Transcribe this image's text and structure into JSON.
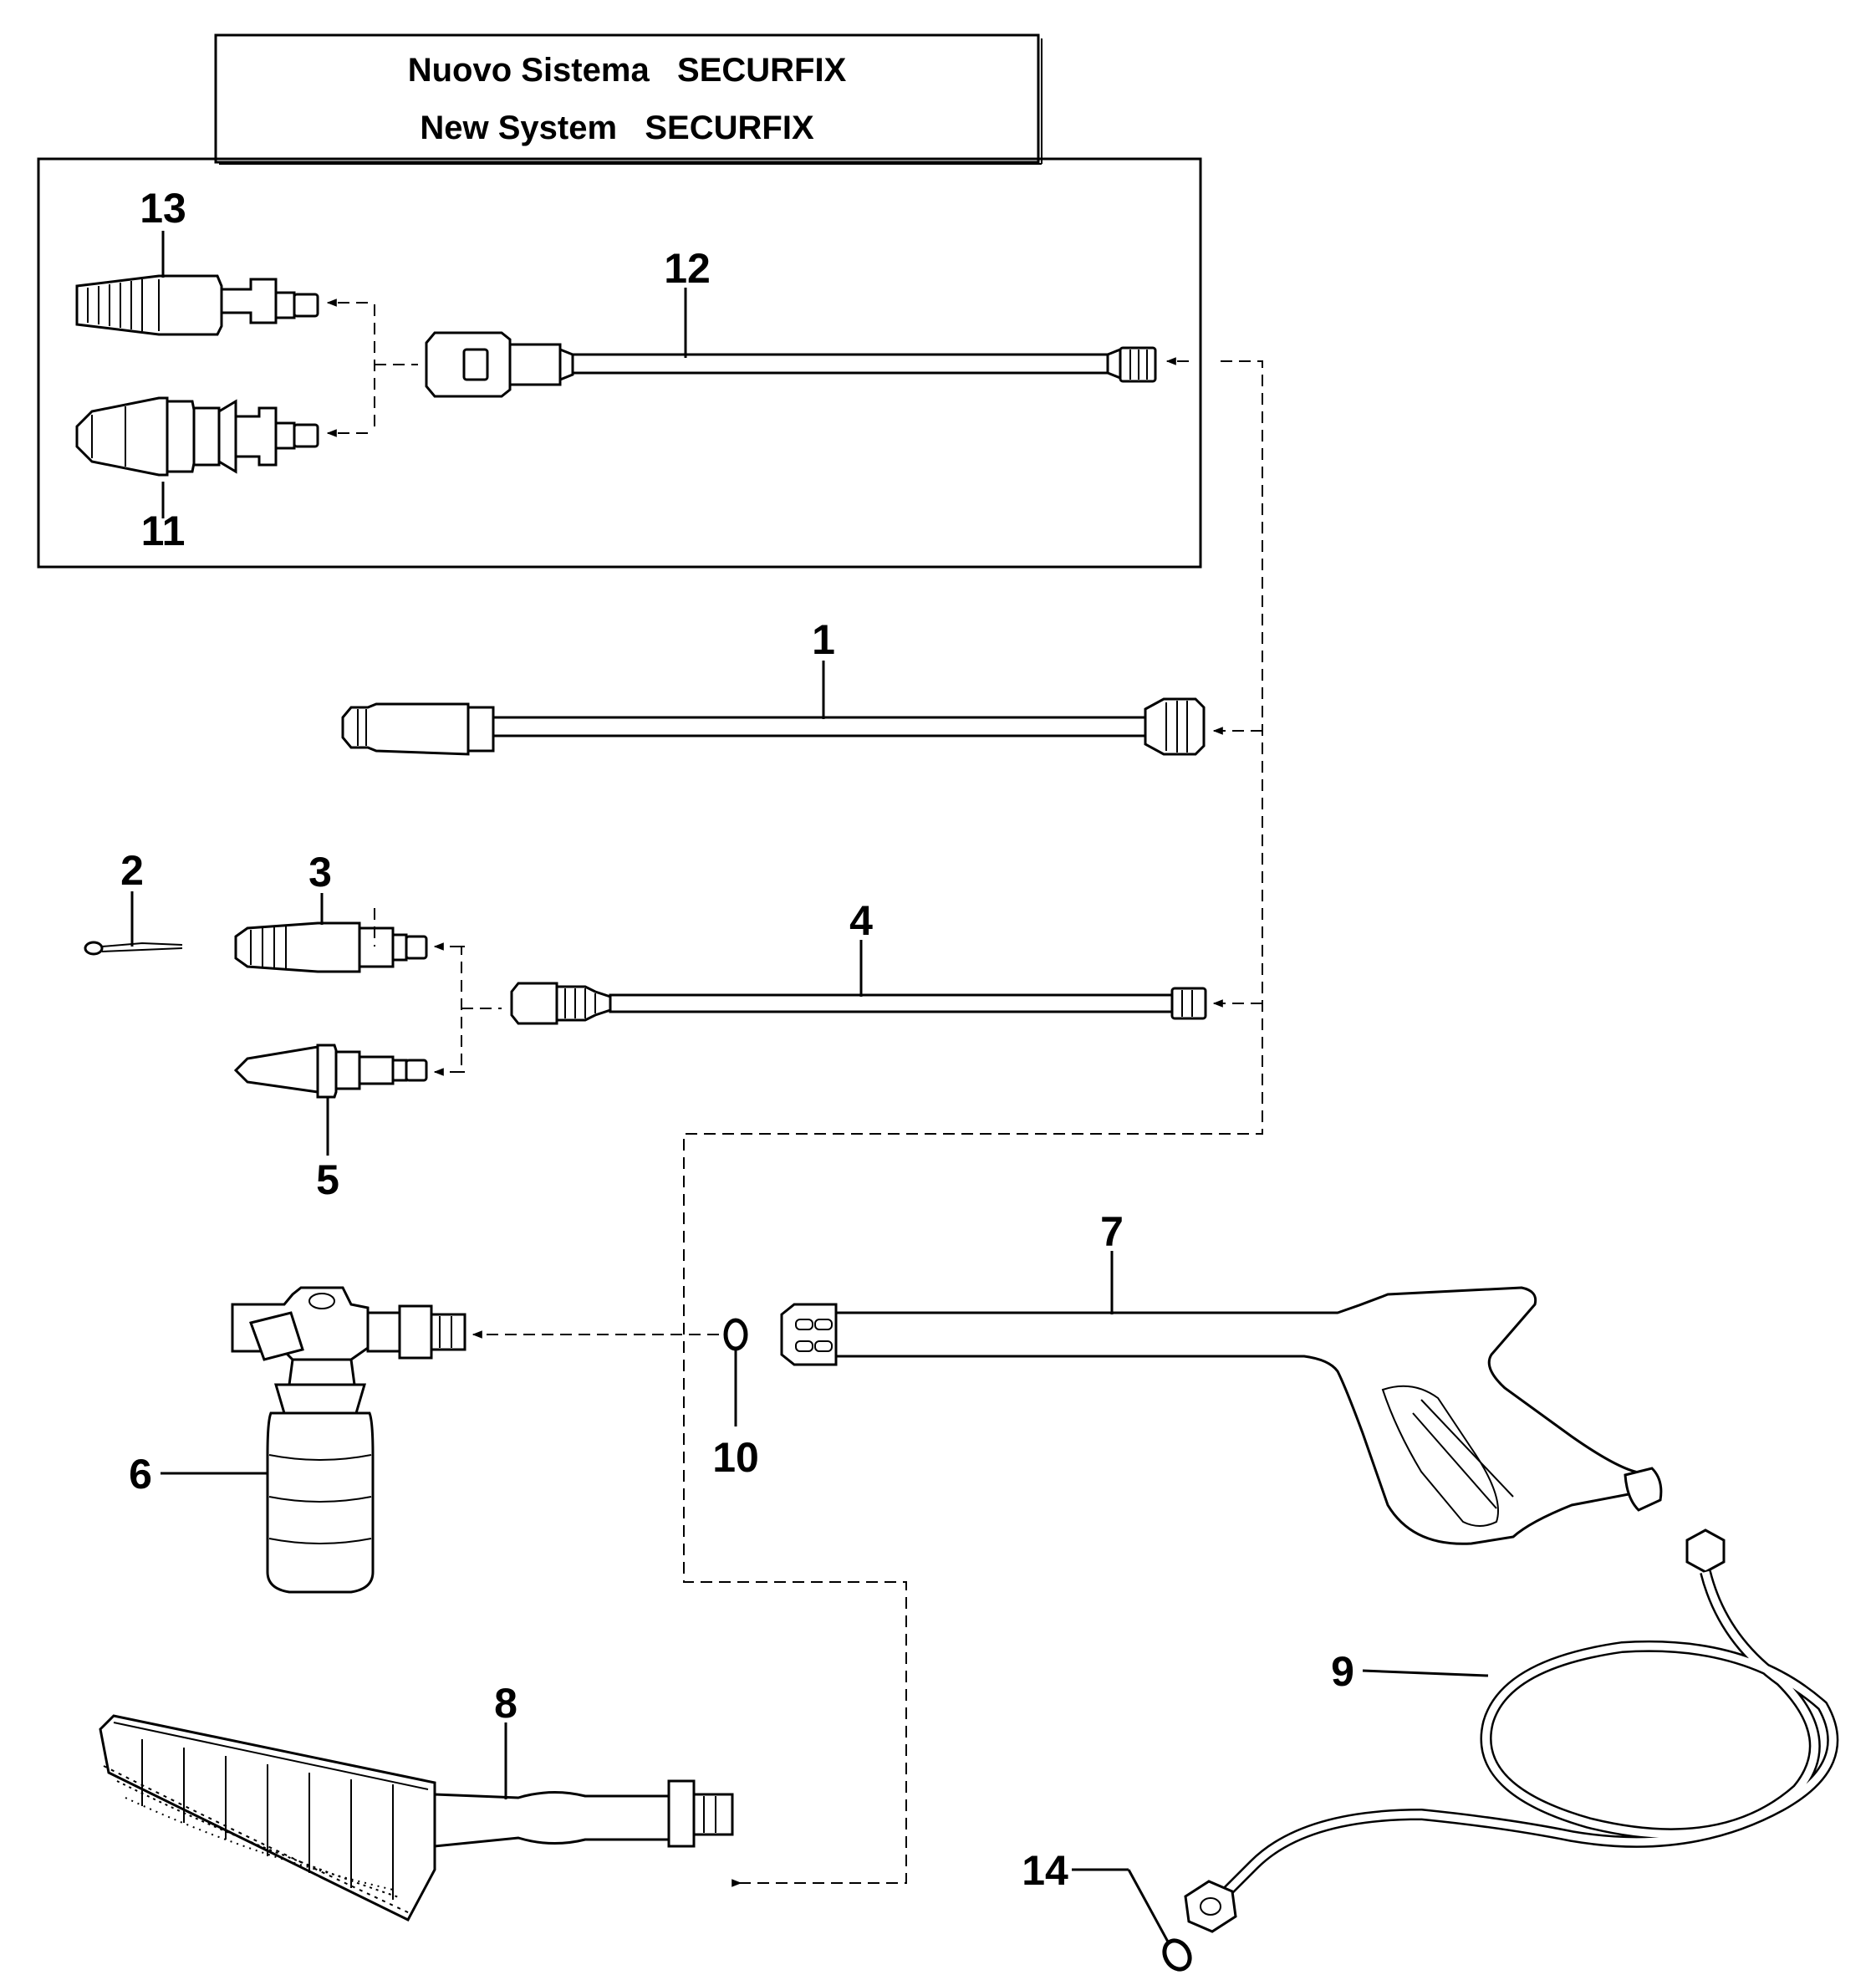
{
  "title": {
    "line1": "Nuovo Sistema   SECURFIX",
    "line2": "New System   SECURFIX"
  },
  "callouts": {
    "p1": "1",
    "p2": "2",
    "p3": "3",
    "p4": "4",
    "p5": "5",
    "p6": "6",
    "p7": "7",
    "p8": "8",
    "p9": "9",
    "p10": "10",
    "p11": "11",
    "p12": "12",
    "p13": "13",
    "p14": "14"
  }
}
